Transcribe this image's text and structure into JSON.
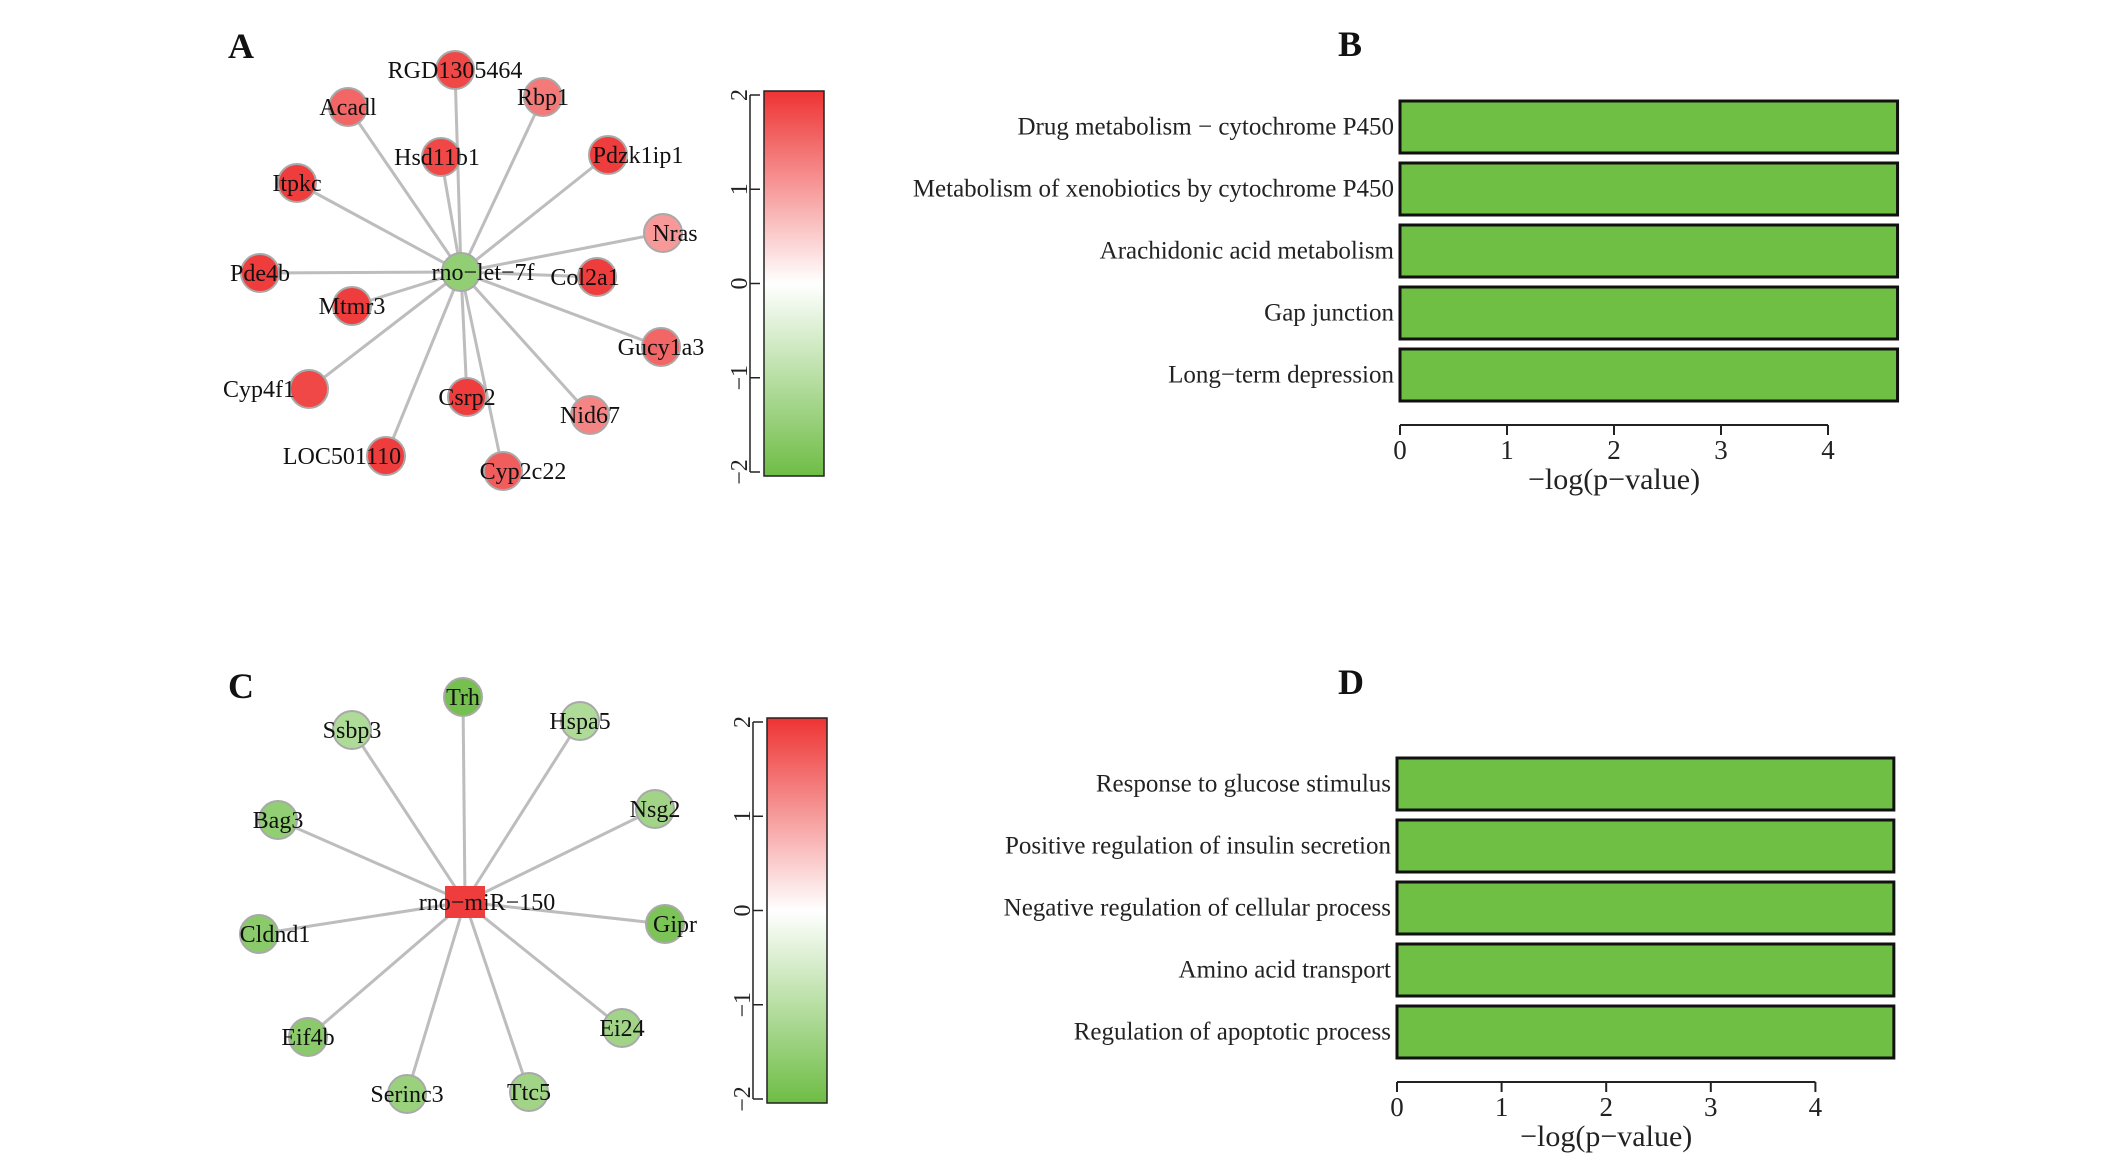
{
  "colors": {
    "up": "#e8322e",
    "down": "#6fbb45",
    "bar": "#70bf45",
    "edge": "#bdbdbd",
    "scale_high": "#ee3333",
    "scale_mid": "#ffffff",
    "scale_low": "#6ebd45"
  },
  "chart_data": [
    {
      "panel": "A",
      "type": "network",
      "hub": {
        "label": "rno−let−7f",
        "shape": "circle",
        "value": -1.5
      },
      "nodes": [
        {
          "label": "RGD1305464",
          "value": 1.8
        },
        {
          "label": "Rbp1",
          "value": 1.3
        },
        {
          "label": "Pdzk1ip1",
          "value": 1.9
        },
        {
          "label": "Nras",
          "value": 1.0
        },
        {
          "label": "Col2a1",
          "value": 1.9
        },
        {
          "label": "Gucy1a3",
          "value": 1.5
        },
        {
          "label": "Nid67",
          "value": 1.2
        },
        {
          "label": "Cyp2c22",
          "value": 1.6
        },
        {
          "label": "Csrp2",
          "value": 1.9
        },
        {
          "label": "LOC501110",
          "value": 1.9
        },
        {
          "label": "Cyp4f1",
          "value": 1.8
        },
        {
          "label": "Mtmr3",
          "value": 1.9
        },
        {
          "label": "Pde4b",
          "value": 1.9
        },
        {
          "label": "Itpkc",
          "value": 1.9
        },
        {
          "label": "Acadl",
          "value": 1.5
        },
        {
          "label": "Hsd11b1",
          "value": 1.8
        }
      ],
      "scale": {
        "ticks": [
          "2",
          "1",
          "0",
          "−1",
          "−2"
        ],
        "min": -2,
        "max": 2
      }
    },
    {
      "panel": "B",
      "type": "bar",
      "categories": [
        "Drug metabolism − cytochrome P450",
        "Metabolism of xenobiotics by cytochrome P450",
        "Arachidonic acid metabolism",
        "Gap junction",
        "Long−term depression"
      ],
      "values": [
        4.65,
        4.65,
        4.65,
        4.65,
        4.65
      ],
      "xlabel": "−log(p−value)",
      "xticks": [
        "0",
        "1",
        "2",
        "3",
        "4"
      ],
      "xlim": [
        0,
        4
      ]
    },
    {
      "panel": "C",
      "type": "network",
      "hub": {
        "label": "rno−miR−150",
        "shape": "square",
        "value": 1.9
      },
      "nodes": [
        {
          "label": "Trh",
          "value": -1.9
        },
        {
          "label": "Hspa5",
          "value": -1.1
        },
        {
          "label": "Nsg2",
          "value": -1.3
        },
        {
          "label": "Gipr",
          "value": -1.8
        },
        {
          "label": "Ei24",
          "value": -1.3
        },
        {
          "label": "Ttc5",
          "value": -1.3
        },
        {
          "label": "Serinc3",
          "value": -1.4
        },
        {
          "label": "Eif4b",
          "value": -1.6
        },
        {
          "label": "Cldnd1",
          "value": -1.6
        },
        {
          "label": "Bag3",
          "value": -1.5
        },
        {
          "label": "Ssbp3",
          "value": -1.1
        }
      ],
      "scale": {
        "ticks": [
          "2",
          "1",
          "0",
          "−1",
          "−2"
        ],
        "min": -2,
        "max": 2
      }
    },
    {
      "panel": "D",
      "type": "bar",
      "categories": [
        "Response to glucose stimulus",
        "Positive regulation of insulin secretion",
        "Negative regulation of cellular process",
        "Amino acid transport",
        "Regulation of apoptotic process"
      ],
      "values": [
        4.75,
        4.75,
        4.75,
        4.75,
        4.75
      ],
      "xlabel": "−log(p−value)",
      "xticks": [
        "0",
        "1",
        "2",
        "3",
        "4"
      ],
      "xlim": [
        0,
        4
      ]
    }
  ]
}
